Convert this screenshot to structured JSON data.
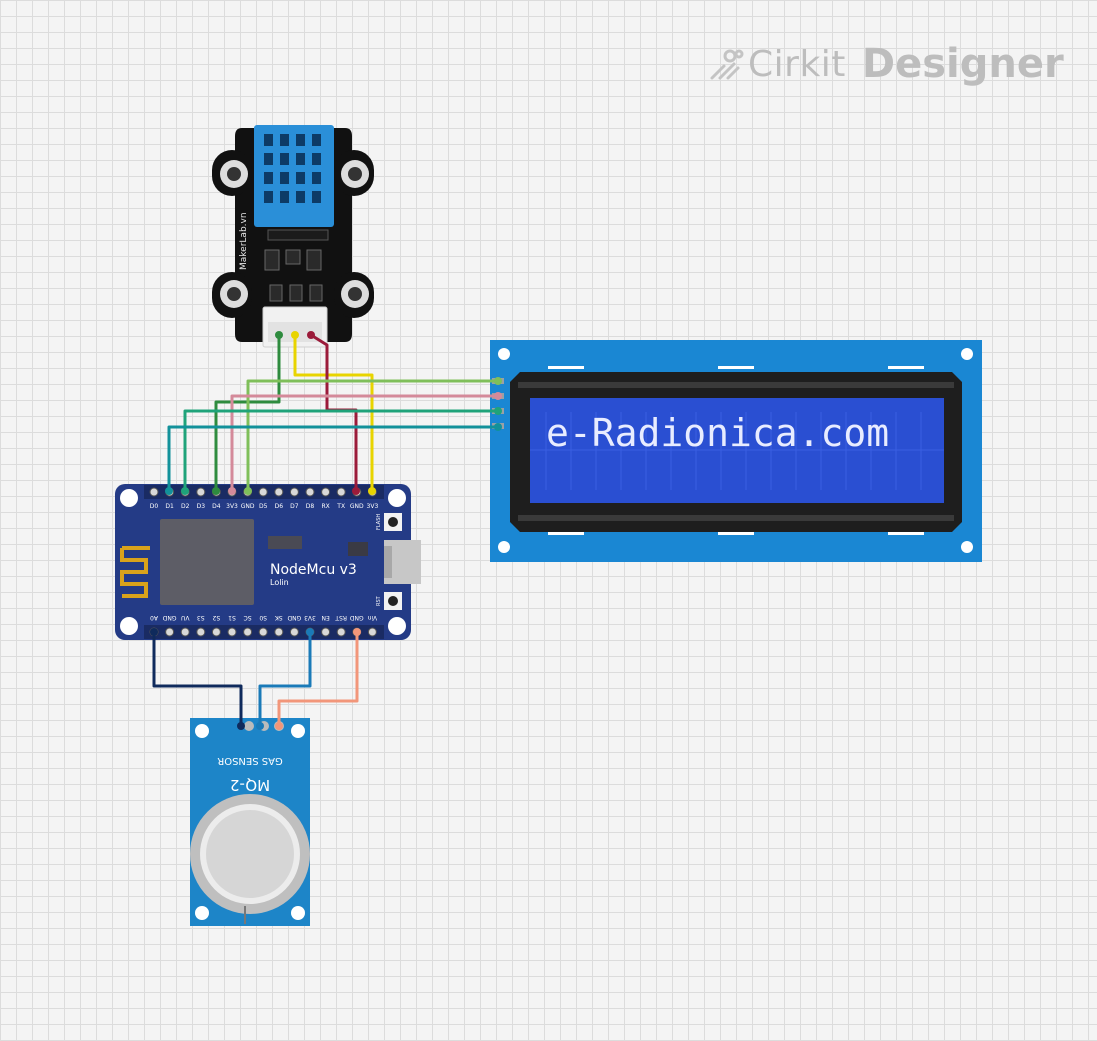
{
  "logo": {
    "word1": "Cirkit",
    "word2": "Designer"
  },
  "dht_module": {
    "brand_text": "MakerLab.vn"
  },
  "lcd": {
    "display_text": "e-Radionica.com"
  },
  "nodemcu": {
    "title": "NodeMcu v3",
    "subtitle": "Lolin",
    "flash_label": "FLASH",
    "rst_label": "RST",
    "top_pins": [
      "D0",
      "D1",
      "D2",
      "D3",
      "D4",
      "3V3",
      "GND",
      "D5",
      "D6",
      "D7",
      "D8",
      "RX",
      "TX",
      "GND",
      "3V3"
    ],
    "bottom_pins": [
      "A0",
      "GND",
      "VU",
      "S3",
      "S2",
      "S1",
      "SC",
      "S0",
      "SK",
      "GND",
      "3V3",
      "EN",
      "RST",
      "GND",
      "Vin"
    ]
  },
  "mq2": {
    "title": "MQ-2",
    "subtitle": "GAS SENSOR"
  },
  "colors": {
    "wire_green": "#2e8b3e",
    "wire_yellow": "#e8d400",
    "wire_maroon": "#9b1b3a",
    "wire_lightgreen": "#7fbf5a",
    "wire_pink": "#d48a9a",
    "wire_teal": "#1fa37a",
    "wire_cyan": "#12919a",
    "wire_navy": "#0f2a5c",
    "wire_blue": "#1a7ab8",
    "wire_salmon": "#f2967a"
  }
}
